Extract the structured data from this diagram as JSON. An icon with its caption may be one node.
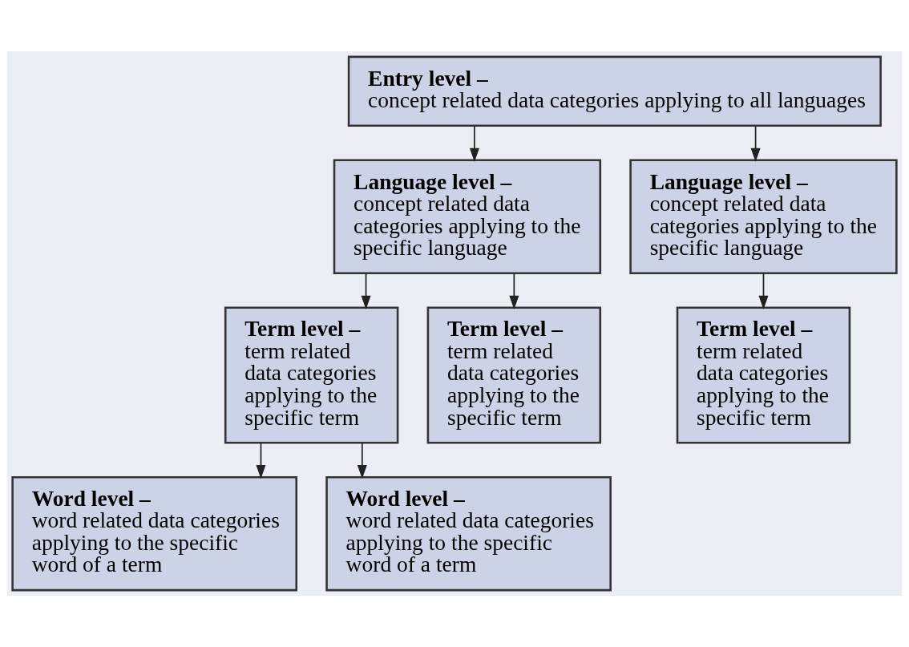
{
  "diagram": {
    "nodes": [
      {
        "text": [
          "Entry level –",
          "concept related data categories applying to all languages"
        ]
      },
      {
        "text": [
          "Language level –",
          "concept related data categories applying to the specific language"
        ]
      },
      {
        "text": [
          "Language level –",
          "concept related data categories applying to the specific language"
        ]
      },
      {
        "text": [
          "Term level –",
          "term related data categories applying to the specific term"
        ]
      },
      {
        "text": [
          "Term level –",
          "term related data categories applying to the specific term"
        ]
      },
      {
        "text": [
          "Term level –",
          "term related data categories applying to the specific term"
        ]
      },
      {
        "text": [
          "Word level –",
          "word related data categories applying to the specific word of a term"
        ]
      },
      {
        "text": [
          "Word level –",
          "word related data categories applying to the specific word of a term"
        ]
      }
    ],
    "edges": [
      {
        "from": 0,
        "to": 1,
        "arrow": "to"
      },
      {
        "from": 0,
        "to": 2,
        "arrow": "to"
      },
      {
        "from": 1,
        "to": 3,
        "arrow": "to"
      },
      {
        "from": 1,
        "to": 4,
        "arrow": "to"
      },
      {
        "from": 2,
        "to": 5,
        "arrow": "to"
      },
      {
        "from": 3,
        "to": 6,
        "arrow": "to"
      },
      {
        "from": 3,
        "to": 7,
        "arrow": "to"
      }
    ]
  }
}
